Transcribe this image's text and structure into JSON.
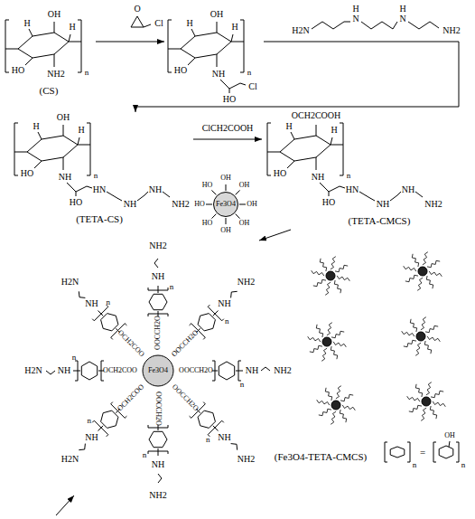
{
  "diagram": {
    "nodes": [
      {
        "text": [
          "(CS)"
        ]
      },
      {
        "text": [
          "Cl"
        ]
      },
      {
        "text": [
          "(TETA-CS)"
        ]
      },
      {
        "text": [
          "(TETA-CMCS)"
        ]
      },
      {
        "text": [
          "Fe3O4"
        ]
      },
      {
        "text": [
          "(Fe3O4-TETA-CMCS)"
        ]
      }
    ],
    "edges": [
      {
        "from": 0,
        "to": 1,
        "arrow": "to"
      },
      {
        "from": 1,
        "to": 2,
        "arrow": "to"
      },
      {
        "from": 2,
        "to": 3,
        "label": "ClCH2COOH",
        "arrow": "to"
      },
      {
        "from": 3,
        "to": 5,
        "arrow": "to"
      }
    ],
    "labels": [
      "OH",
      "H",
      "H",
      "HO",
      "NH2",
      "n",
      "O",
      "Cl",
      "OH",
      "H",
      "H",
      "HO",
      "NH",
      "n",
      "HO",
      "H2N",
      "H",
      "N",
      "H",
      "N",
      "NH2",
      "OH",
      "H",
      "H",
      "HO",
      "NH",
      "n",
      "HO",
      "HN",
      "NH",
      "NH",
      "NH2",
      "OCH2COOH",
      "H",
      "H",
      "HO",
      "NH",
      "n",
      "HO",
      "HN",
      "NH",
      "NH",
      "NH2",
      "OH",
      "OH",
      "OH",
      "HO",
      "HO",
      "HO",
      "OH",
      "OH",
      "Fe3O4",
      "OOCCH2O",
      "n",
      "NH",
      "NH2",
      "OOCCH2O",
      "n",
      "NH",
      "NH2",
      "OOCCH2O",
      "n",
      "NH",
      "NH2",
      "OCH2COO",
      "n",
      "NH",
      "H2N",
      "OCH2COO",
      "n",
      "NH",
      "H2N",
      "OCH2COO",
      "n",
      "NH",
      "H2N",
      "OOCCH2O",
      "n",
      "NH",
      "NH2",
      "OOCCH2O",
      "n",
      "NH",
      "NH2",
      "n",
      "=",
      "OH",
      "n"
    ]
  }
}
